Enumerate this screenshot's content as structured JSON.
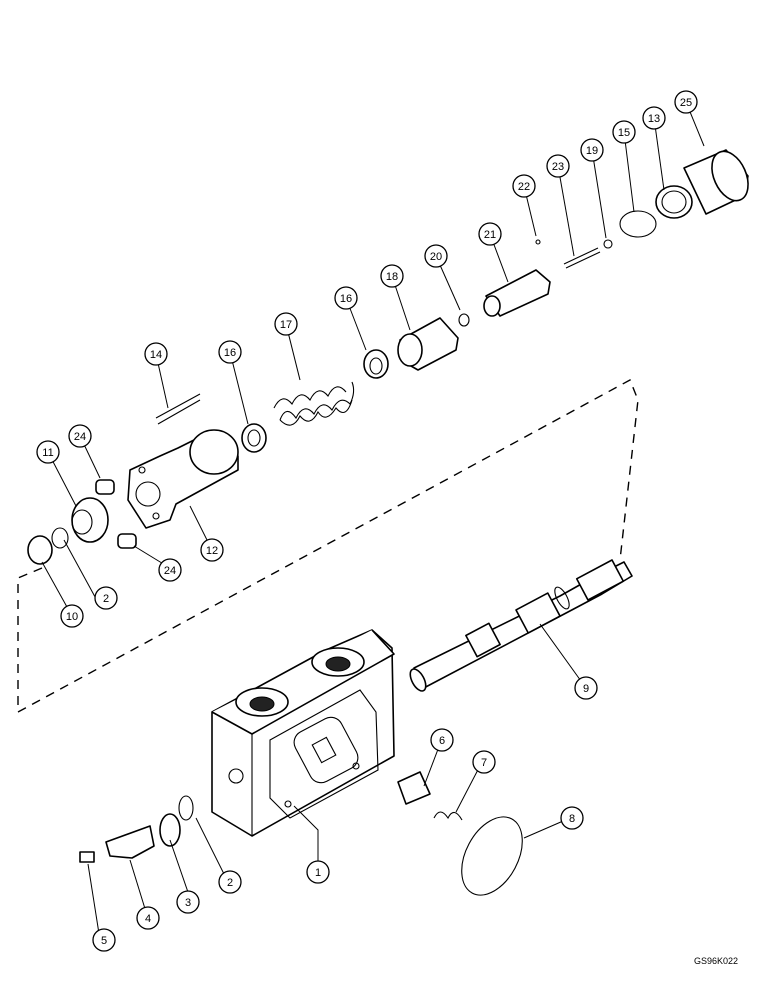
{
  "figure_code": "GS96K022",
  "callouts": [
    "1",
    "2",
    "2",
    "3",
    "4",
    "5",
    "6",
    "7",
    "8",
    "9",
    "10",
    "11",
    "12",
    "13",
    "14",
    "15",
    "16",
    "16",
    "17",
    "18",
    "19",
    "20",
    "21",
    "22",
    "23",
    "24",
    "24",
    "25"
  ]
}
